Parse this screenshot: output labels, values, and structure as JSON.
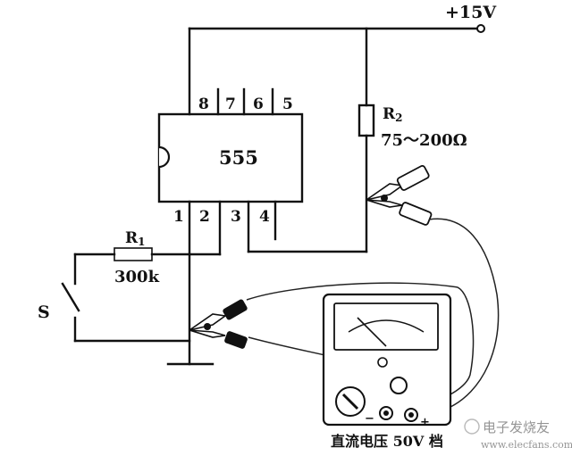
{
  "circuit": {
    "supply_label": "+15V",
    "ic_label": "555",
    "ic_pins_top": [
      "8",
      "7",
      "6",
      "5"
    ],
    "ic_pins_bottom": [
      "1",
      "2",
      "3",
      "4"
    ],
    "r1_name": "R",
    "r1_sub": "1",
    "r1_value": "300k",
    "r2_name": "R",
    "r2_sub": "2",
    "r2_value": "75～200Ω",
    "switch_label": "S"
  },
  "meter": {
    "range_caption": "直流电压 50V 档",
    "minus_sign": "−",
    "plus_sign": "+"
  },
  "watermark": {
    "text": "电子发烧友",
    "url": "www.elecfans.com"
  }
}
